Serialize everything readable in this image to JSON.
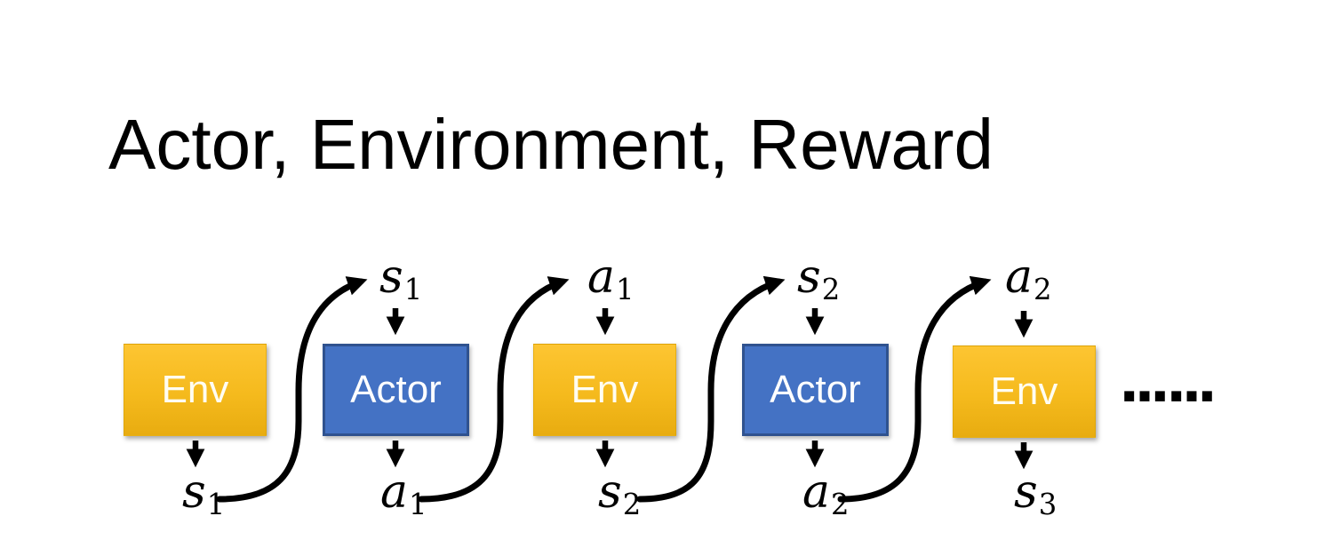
{
  "slide": {
    "title": "Actor, Environment, Reward"
  },
  "diagram": {
    "boxes": [
      {
        "id": "env-1",
        "label": "Env",
        "kind": "env",
        "top_label": null,
        "bottom_label": {
          "base": "s",
          "sub": "1"
        }
      },
      {
        "id": "actor-1",
        "label": "Actor",
        "kind": "actor",
        "top_label": {
          "base": "s",
          "sub": "1"
        },
        "bottom_label": {
          "base": "a",
          "sub": "1"
        }
      },
      {
        "id": "env-2",
        "label": "Env",
        "kind": "env",
        "top_label": {
          "base": "a",
          "sub": "1"
        },
        "bottom_label": {
          "base": "s",
          "sub": "2"
        }
      },
      {
        "id": "actor-2",
        "label": "Actor",
        "kind": "actor",
        "top_label": {
          "base": "s",
          "sub": "2"
        },
        "bottom_label": {
          "base": "a",
          "sub": "2"
        }
      },
      {
        "id": "env-3",
        "label": "Env",
        "kind": "env",
        "top_label": {
          "base": "a",
          "sub": "2"
        },
        "bottom_label": {
          "base": "s",
          "sub": "3"
        }
      }
    ],
    "ellipsis": "……",
    "colors": {
      "env_gradient_top": "#FDC532",
      "env_gradient_bottom": "#E8AC10",
      "actor_fill": "#4472C4",
      "actor_border": "#2F528F",
      "box_text": "#FFFFFF",
      "arrow": "#000000",
      "title_text": "#000000",
      "background": "#FFFFFF"
    }
  }
}
